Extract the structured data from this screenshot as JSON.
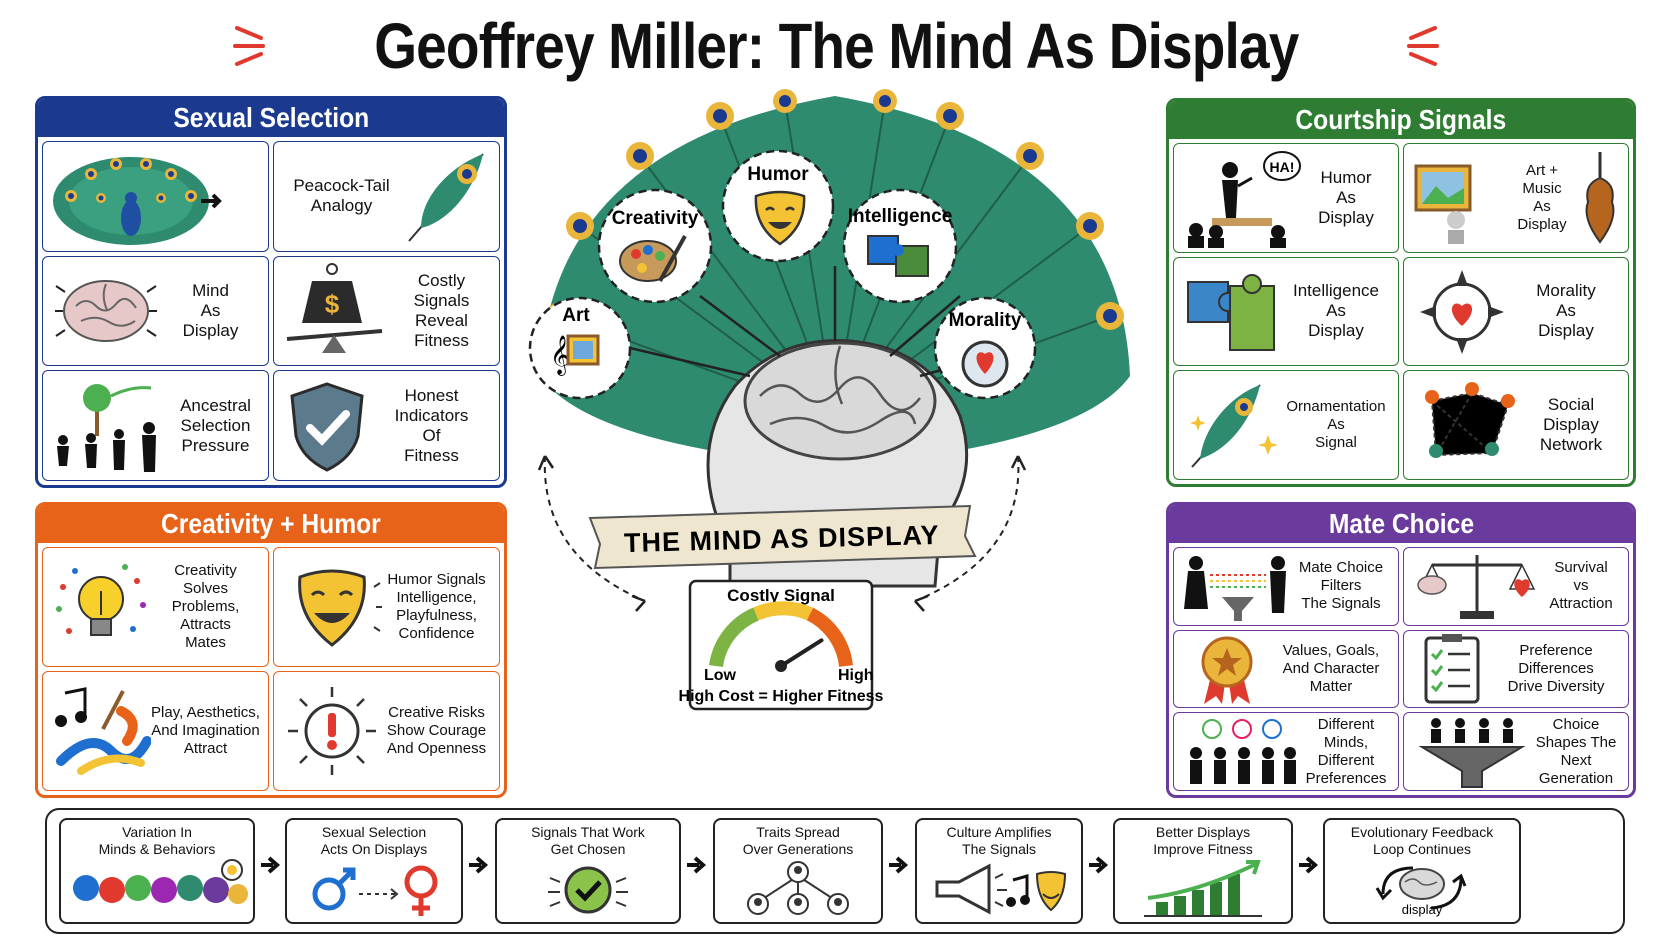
{
  "title": "Geoffrey Miller: The Mind As Display",
  "sexual_selection": {
    "header": "Sexual Selection",
    "cells": [
      "Peacock-Tail\nAnalogy",
      "Mind\nAs\nDisplay",
      "Costly\nSignals\nReveal\nFitness",
      "Ancestral\nSelection\nPressure",
      "Honest\nIndicators\nOf\nFitness"
    ],
    "dollar": "$"
  },
  "creativity_humor": {
    "header": "Creativity + Humor",
    "cells": [
      "Creativity\nSolves Problems,\nAttracts\nMates",
      "Humor Signals\nIntelligence,\nPlayfulness,\nConfidence",
      "Play, Aesthetics,\nAnd Imagination\nAttract",
      "Creative Risks\nShow Courage\nAnd Openness"
    ]
  },
  "center": {
    "nodes": [
      "Art",
      "Creativity",
      "Humor",
      "Intelligence",
      "Morality"
    ],
    "banner": "THE MIND AS DISPLAY",
    "gauge_title": "Costly Signal",
    "gauge_low": "Low",
    "gauge_high": "High",
    "gauge_caption": "High Cost = Higher Fitness"
  },
  "courtship_signals": {
    "header": "Courtship Signals",
    "cells": [
      "Humor\nAs\nDisplay",
      "Art +\nMusic\nAs\nDisplay",
      "Intelligence\nAs\nDisplay",
      "Morality\nAs\nDisplay",
      "Ornamentation\nAs\nSignal",
      "Social\nDisplay\nNetwork"
    ],
    "bubble": "HA!"
  },
  "mate_choice": {
    "header": "Mate Choice",
    "cells": [
      "Mate Choice\nFilters\nThe Signals",
      "Survival\nvs\nAttraction",
      "Values, Goals,\nAnd Character\nMatter",
      "Preference\nDifferences\nDrive Diversity",
      "Different Minds,\nDifferent\nPreferences",
      "Choice\nShapes The\nNext\nGeneration"
    ]
  },
  "flow": {
    "steps": [
      "Variation In\nMinds & Behaviors",
      "Sexual Selection\nActs On Displays",
      "Signals That Work\nGet Chosen",
      "Traits Spread\nOver Generations",
      "Culture Amplifies\nThe Signals",
      "Better Displays\nImprove Fitness",
      "Evolutionary Feedback\nLoop Continues"
    ],
    "loop_label": "display"
  },
  "colors": {
    "sexual": "#1b3a8f",
    "creativity": "#e8631a",
    "courtship": "#2e7d32",
    "mate": "#6a3a9c",
    "feather": "#2e8b70",
    "accent_red": "#e03a2f"
  },
  "gauge_level": 0.82
}
